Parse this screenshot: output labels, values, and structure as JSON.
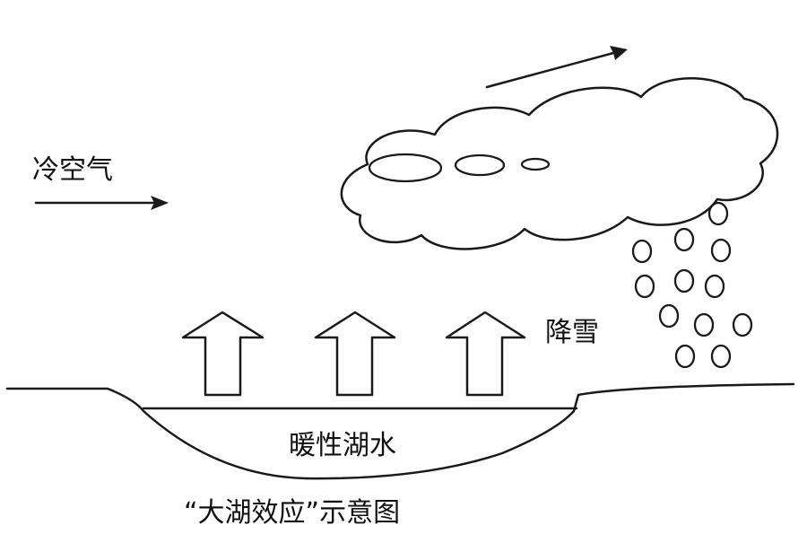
{
  "labels": {
    "cold_air": "冷空气",
    "snowfall": "降雪",
    "warm_lake_water": "暖性湖水",
    "caption": "“大湖效应”示意图"
  },
  "icons": {
    "cold_air_arrow": "arrow-right-icon",
    "wind_arrow": "arrow-up-right-icon",
    "rising_arrows": "hollow-arrow-up-icon",
    "cloud": "cloud-icon",
    "snowflakes": "circle-icon"
  },
  "colors": {
    "line": "#1a1a1a",
    "background": "#ffffff"
  }
}
